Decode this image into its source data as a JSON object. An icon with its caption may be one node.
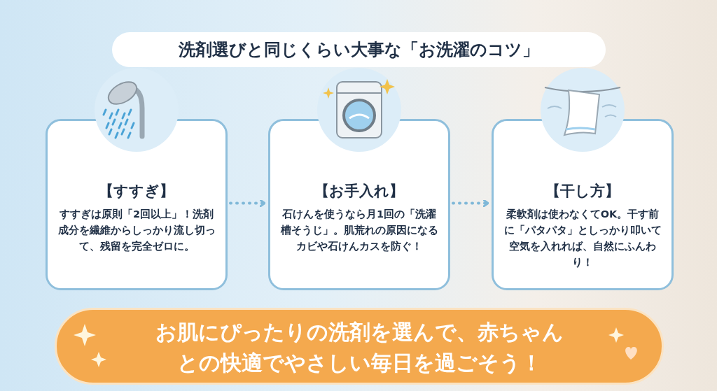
{
  "diagram": {
    "title": "洗剤選びと同じくらい大事な「お洗濯のコツ」",
    "nodes": [
      {
        "text": [
          "【すすぎ】",
          "すすぎは原則「2回以上」！洗剤成分を繊維からしっかり流し切って、残留を完全ゼロに。"
        ]
      },
      {
        "text": [
          "【お手入れ】",
          "石けんを使うなら月1回の「洗濯槽そうじ」。肌荒れの原因になるカビや石けんカスを防ぐ！"
        ]
      },
      {
        "text": [
          "【干し方】",
          "柔軟剤は使わなくてOK。干す前に「パタパタ」としっかり叩いて空気を入れれば、自然にふんわり！"
        ]
      },
      {
        "text": [
          "お肌にぴったりの洗剤を選んで、赤ちゃんとの快適でやさしい毎日を過ごそう！"
        ]
      }
    ],
    "edges": [
      {
        "from": 0,
        "to": 1,
        "arrow": "to",
        "style": "dashed"
      },
      {
        "from": 1,
        "to": 2,
        "arrow": "to",
        "style": "dashed"
      }
    ]
  }
}
